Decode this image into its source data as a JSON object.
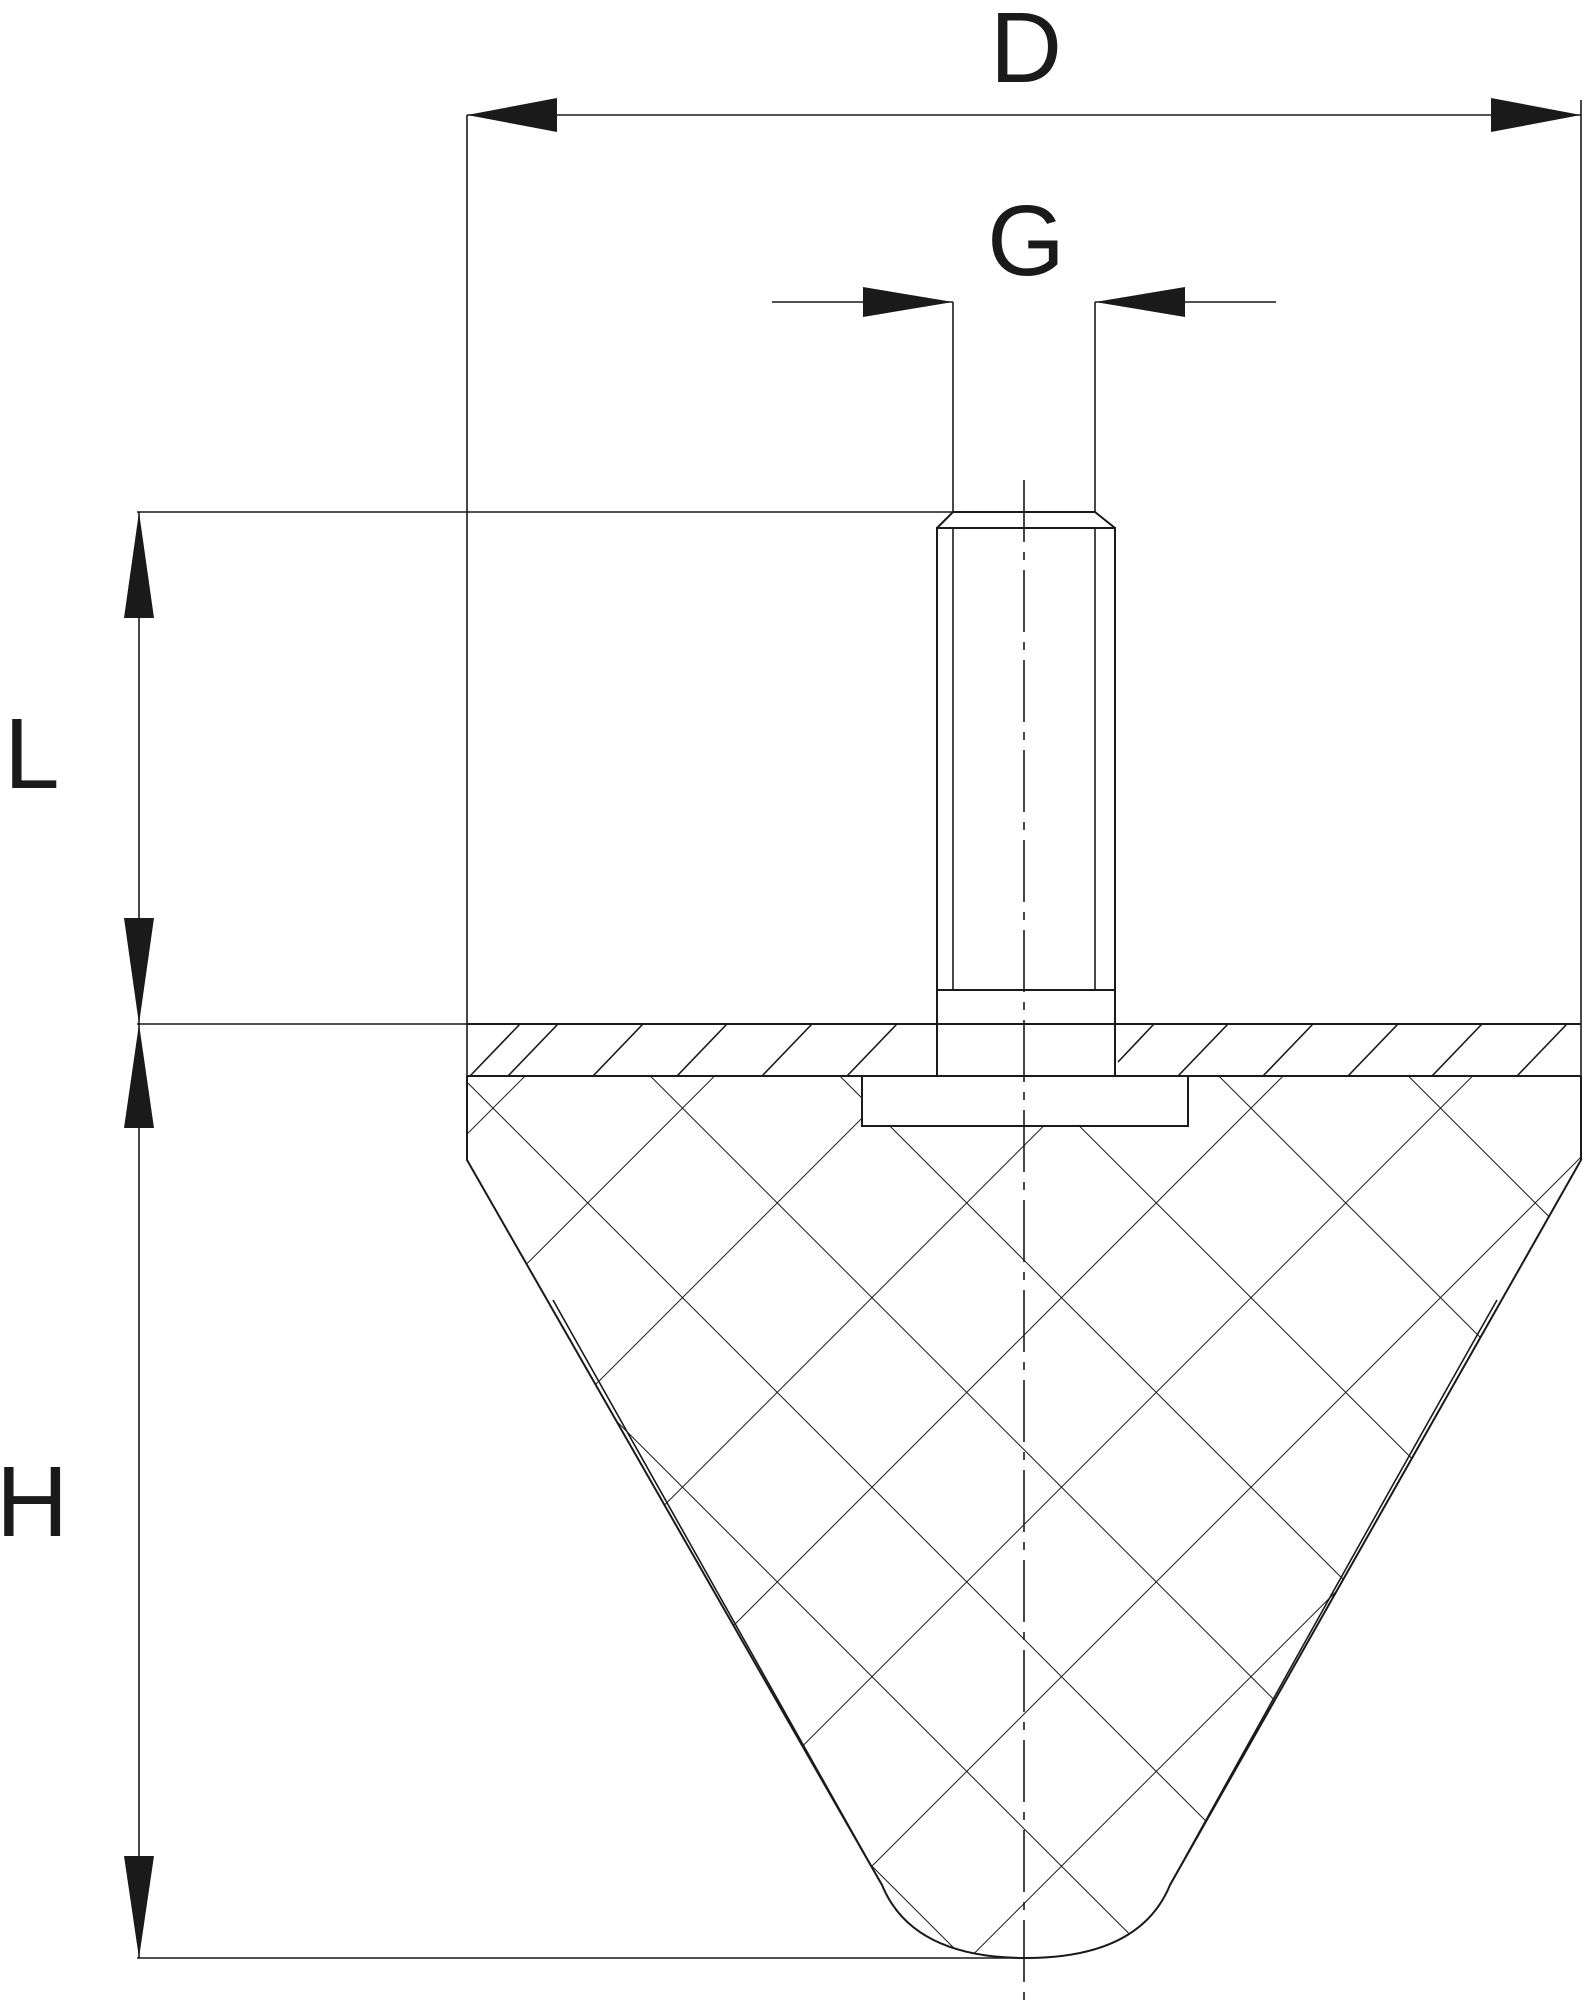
{
  "dimensions": {
    "D": "D",
    "G": "G",
    "L": "L",
    "H": "H"
  },
  "colors": {
    "ink": "#1a1a1a",
    "background": "#ffffff"
  }
}
